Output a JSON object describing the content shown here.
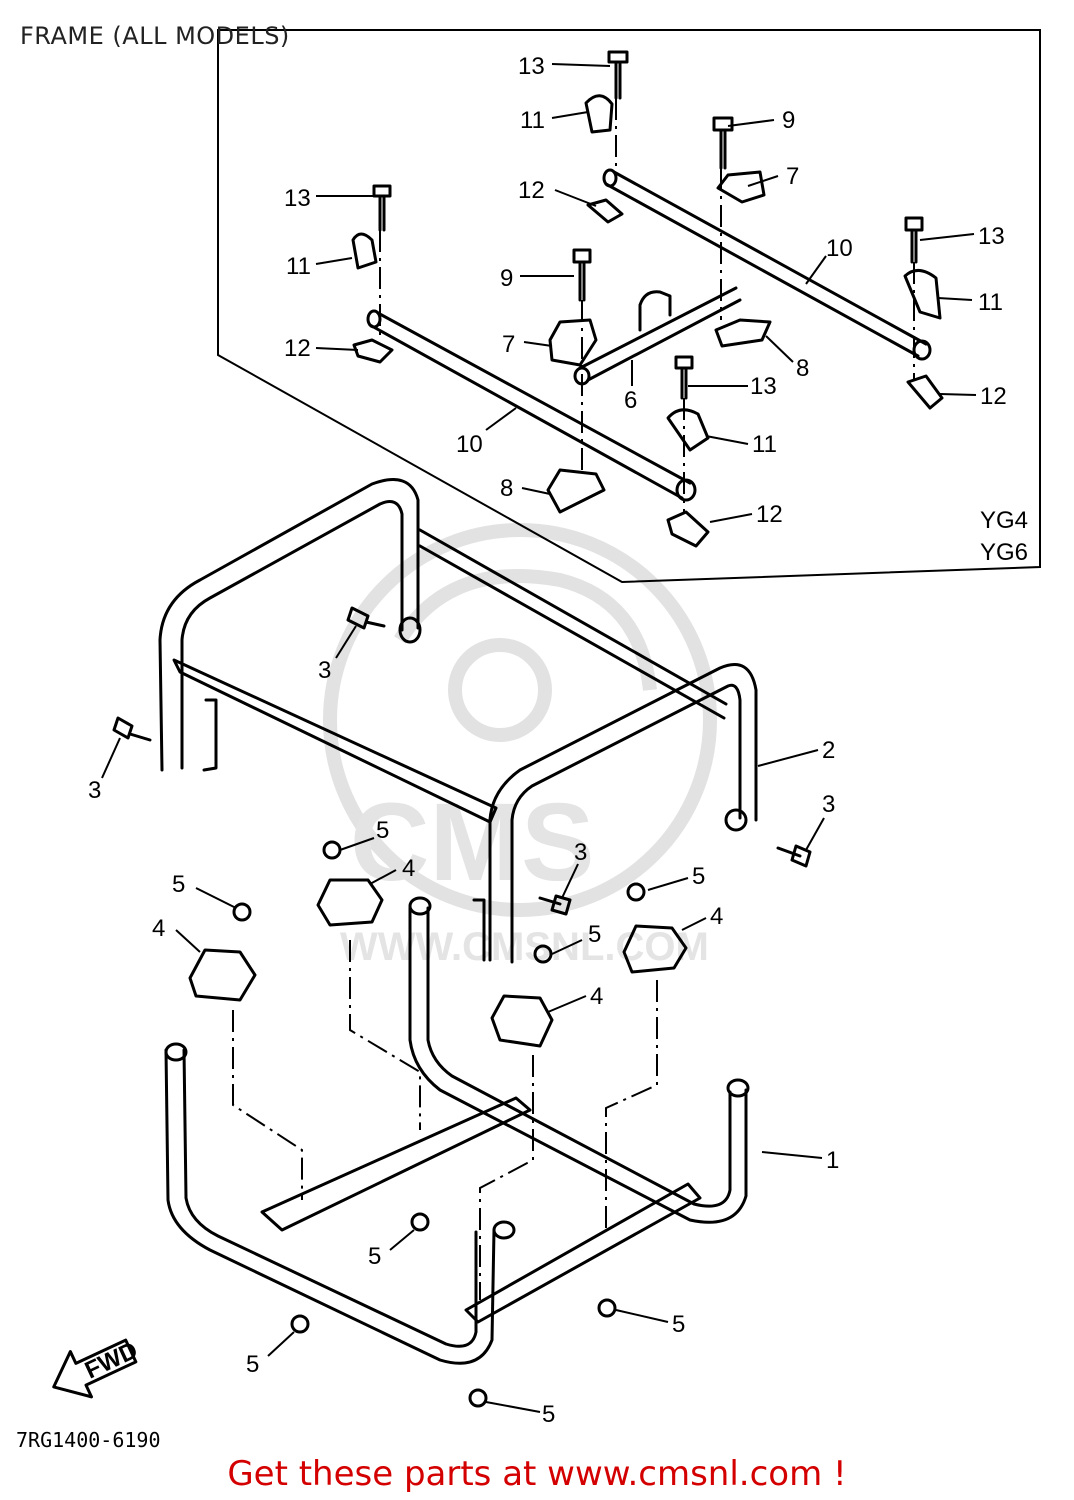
{
  "title": "FRAME (ALL MODELS)",
  "diagram_code": "7RG1400-6190",
  "models": [
    "YG4",
    "YG6"
  ],
  "direction_label": "FWD",
  "watermark": {
    "text": "CMS",
    "url": "WWW.CMSNL.COM"
  },
  "cta": "Get these parts at www.cmsnl.com !",
  "callouts": {
    "c13a": "13",
    "c11a": "11",
    "c12a": "12",
    "c9a": "9",
    "c7a": "7",
    "c13b": "13",
    "c11b": "11",
    "c12b": "12",
    "c9b": "9",
    "c7b": "7",
    "c10a": "10",
    "c13c": "13",
    "c11c": "11",
    "c6": "6",
    "c8a": "8",
    "c12c": "12",
    "c10b": "10",
    "c13d": "13",
    "c11d": "11",
    "c8b": "8",
    "c12d": "12",
    "c3a": "3",
    "c3b": "3",
    "c2": "2",
    "c3c": "3",
    "c3d": "3",
    "c5a": "5",
    "c4a": "4",
    "c5b": "5",
    "c4b": "4",
    "c5c": "5",
    "c4c": "4",
    "c5d": "5",
    "c4d": "4",
    "c1": "1",
    "c5e": "5",
    "c5f": "5",
    "c5g": "5",
    "c5h": "5"
  }
}
